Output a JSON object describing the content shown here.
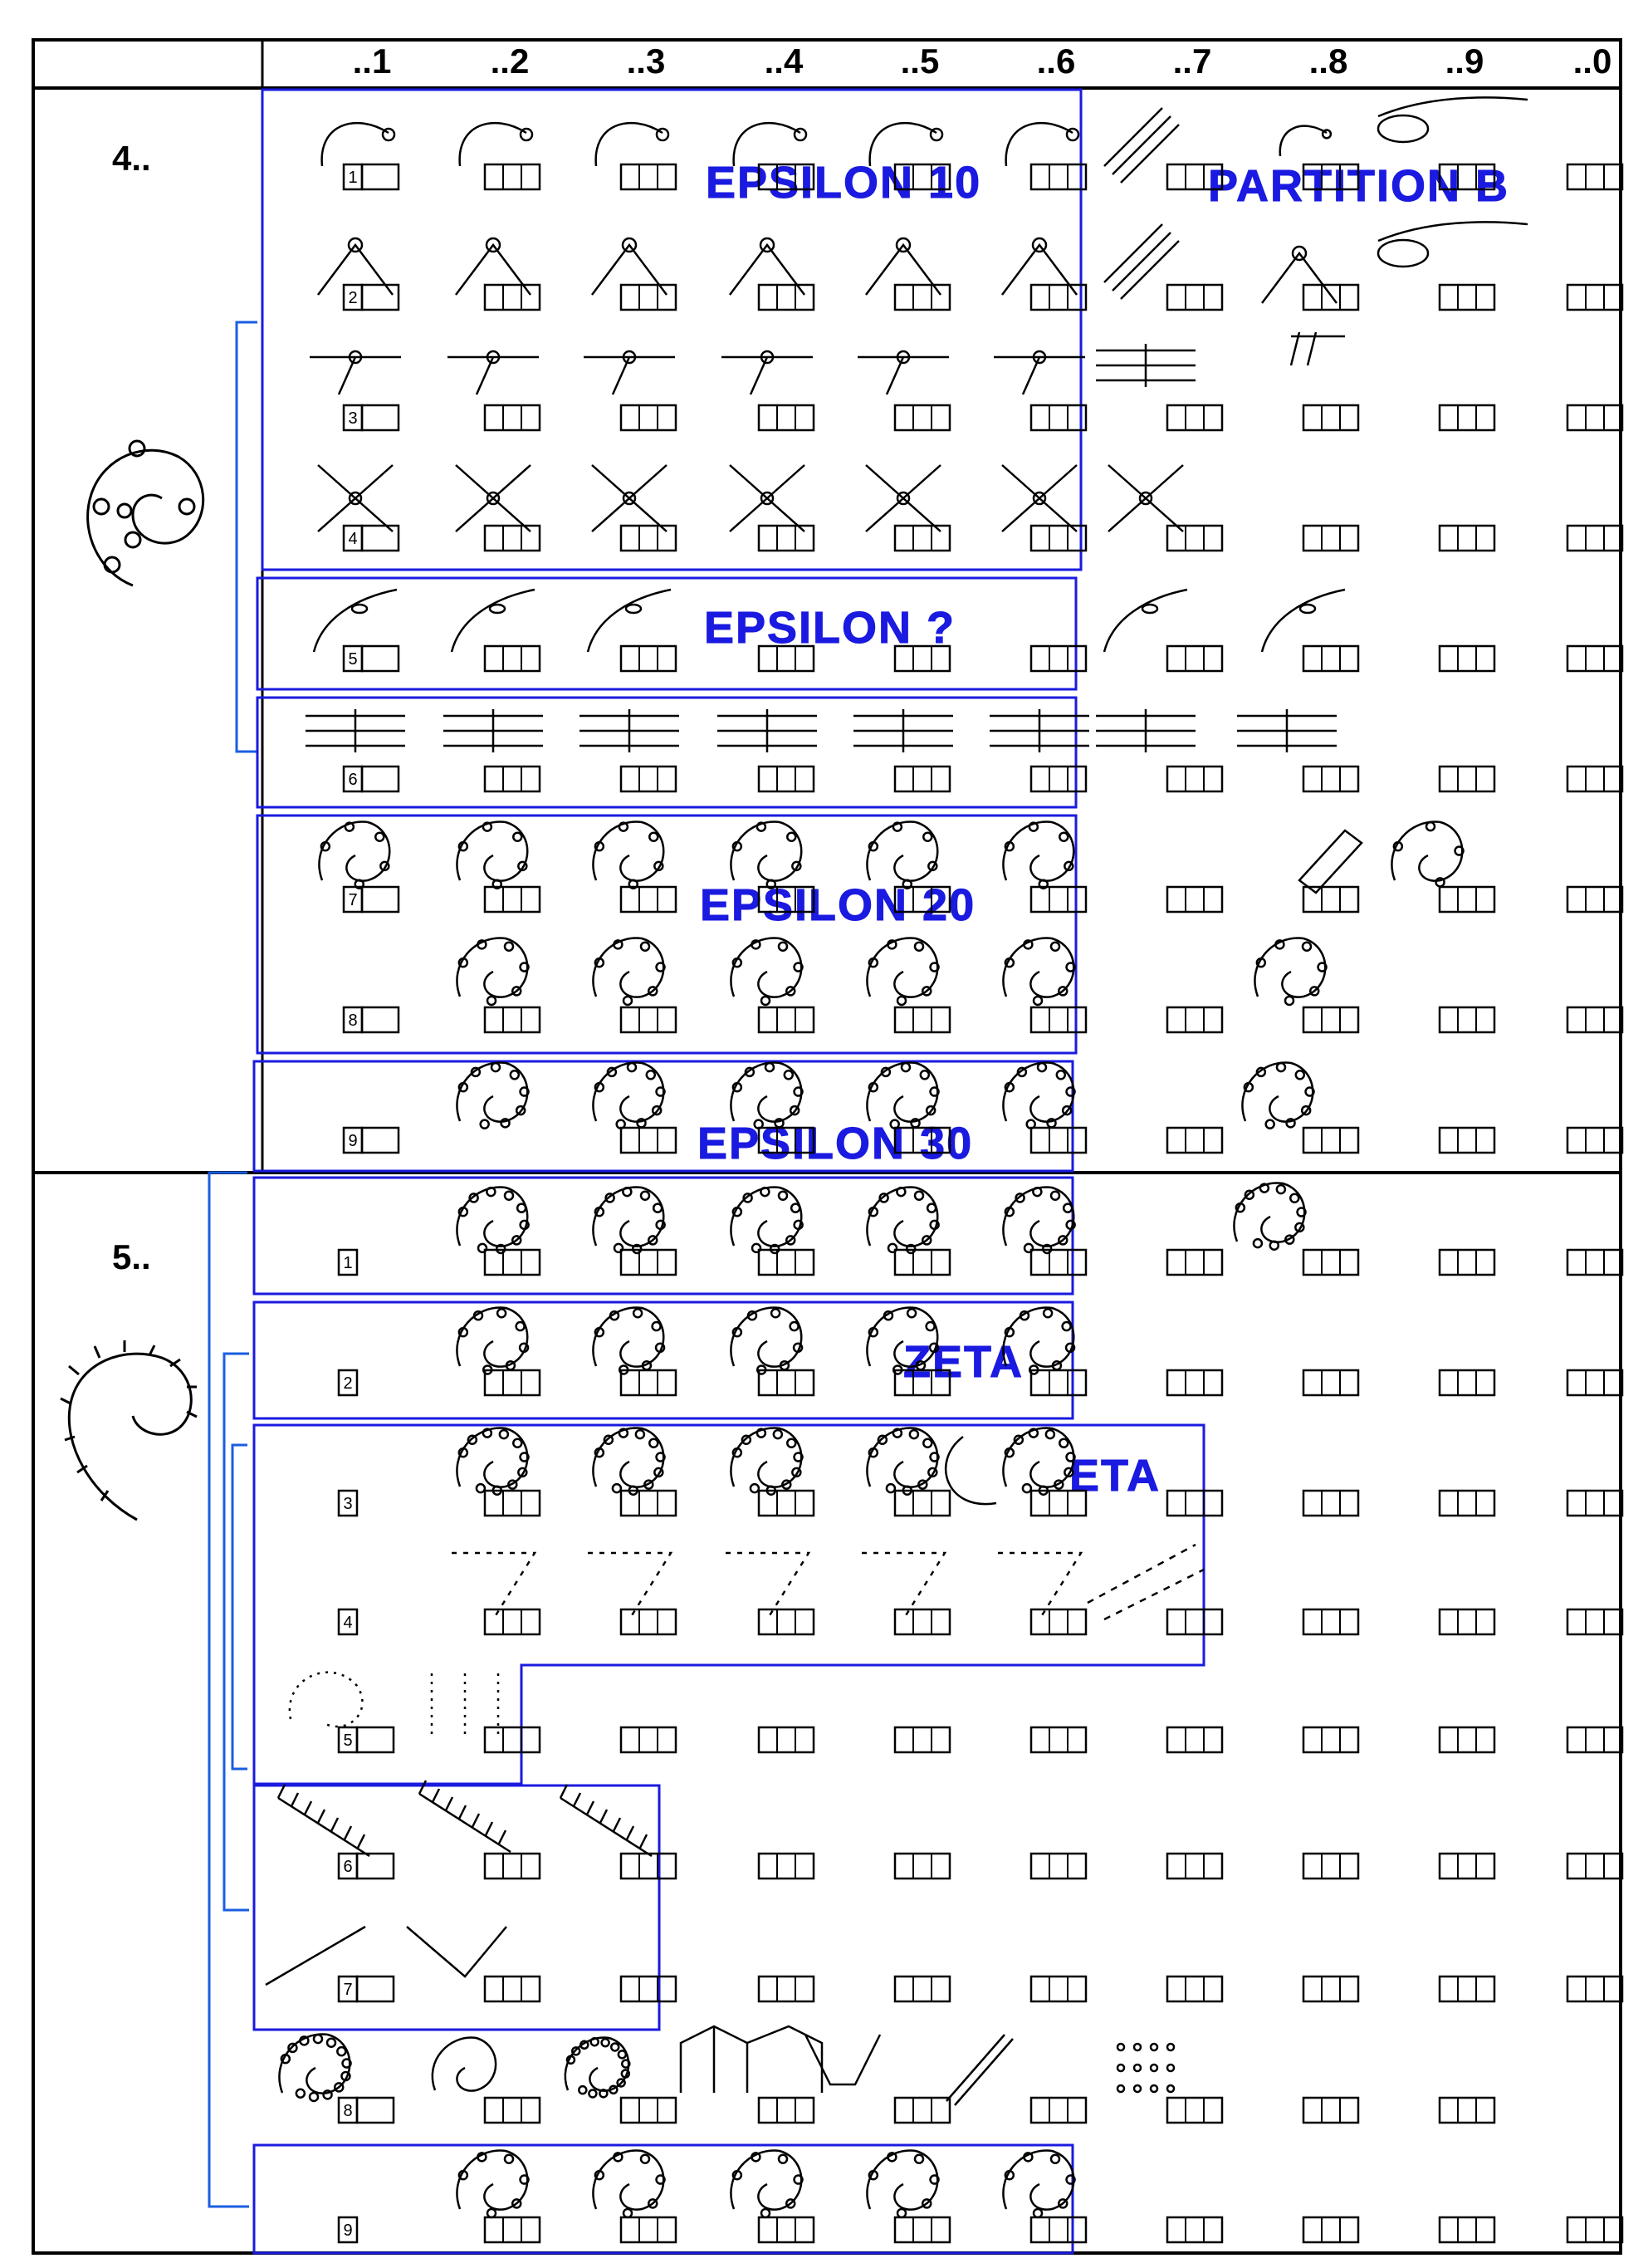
{
  "header": {
    "columns": [
      "..1",
      "..2",
      "..3",
      "..4",
      "..5",
      "..6",
      "..7",
      "..8",
      "..9",
      "..0"
    ]
  },
  "groups": [
    {
      "label": "4..",
      "rows": [
        "1",
        "2",
        "3",
        "4",
        "5",
        "6",
        "7",
        "8",
        "9"
      ]
    },
    {
      "label": "5..",
      "rows": [
        "1",
        "2",
        "3",
        "4",
        "5",
        "6",
        "7",
        "8",
        "9"
      ]
    }
  ],
  "categories": {
    "epsilon10": "EPSILON 10",
    "partitionB": "PARTITION  B",
    "epsilonQ": "EPSILON ?",
    "epsilon20": "EPSILON  20",
    "epsilon30": "EPSILON  30",
    "zeta": "ZETA",
    "eta": "ETA"
  },
  "colors": {
    "category": "#1a1ae0",
    "box": "#1a1ae0",
    "ink": "#000000"
  },
  "icons": {
    "group4": "spiral-with-knobs-icon",
    "group5": "spiral-with-barbs-icon"
  }
}
